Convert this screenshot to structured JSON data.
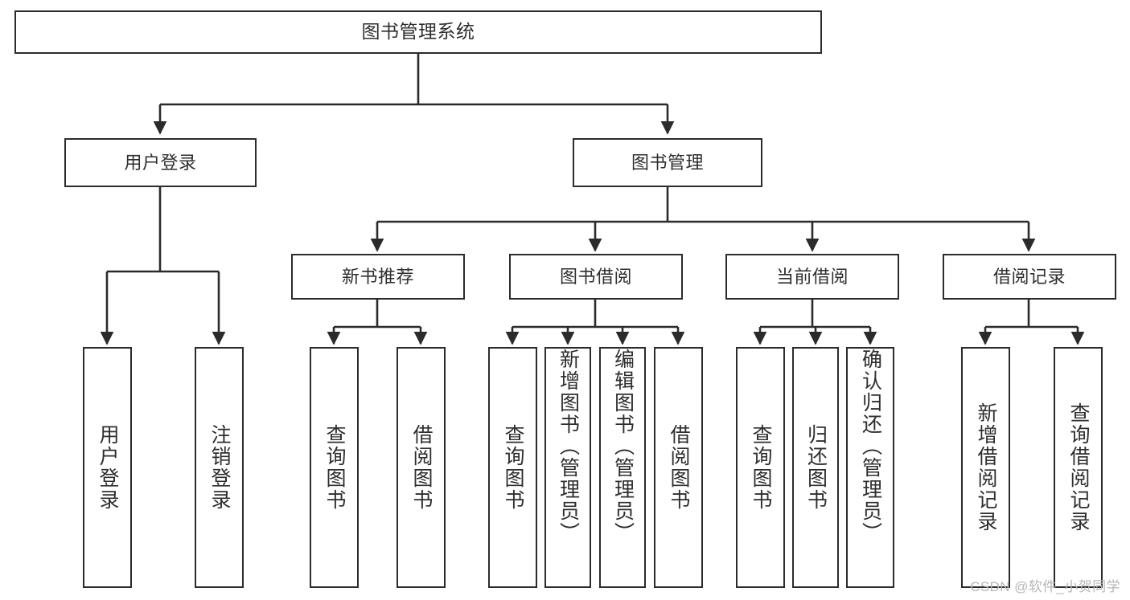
{
  "diagram": {
    "title": "图书管理系统",
    "type": "hierarchy-tree",
    "root": {
      "id": "root",
      "label": "图书管理系统"
    },
    "level2": [
      {
        "id": "user-login",
        "label": "用户登录"
      },
      {
        "id": "book-management",
        "label": "图书管理"
      }
    ],
    "level3": [
      {
        "id": "new-book-recommend",
        "label": "新书推荐",
        "parent": "book-management"
      },
      {
        "id": "book-borrow",
        "label": "图书借阅",
        "parent": "book-management"
      },
      {
        "id": "current-borrow",
        "label": "当前借阅",
        "parent": "book-management"
      },
      {
        "id": "borrow-record",
        "label": "借阅记录",
        "parent": "book-management"
      }
    ],
    "leaves": [
      {
        "id": "leaf-user-login",
        "label": "用户登录",
        "parent": "user-login"
      },
      {
        "id": "leaf-logout-login",
        "label": "注销登录",
        "parent": "user-login"
      },
      {
        "id": "leaf-query-book-1",
        "label": "查询图书",
        "parent": "new-book-recommend"
      },
      {
        "id": "leaf-borrow-book-1",
        "label": "借阅图书",
        "parent": "new-book-recommend"
      },
      {
        "id": "leaf-query-book-2",
        "label": "查询图书",
        "parent": "book-borrow"
      },
      {
        "id": "leaf-add-book",
        "label": "新增图书（管理员）",
        "parent": "book-borrow"
      },
      {
        "id": "leaf-edit-book",
        "label": "编辑图书（管理员）",
        "parent": "book-borrow"
      },
      {
        "id": "leaf-borrow-book-2",
        "label": "借阅图书",
        "parent": "book-borrow"
      },
      {
        "id": "leaf-query-book-3",
        "label": "查询图书",
        "parent": "current-borrow"
      },
      {
        "id": "leaf-return-book",
        "label": "归还图书",
        "parent": "current-borrow"
      },
      {
        "id": "leaf-confirm-return",
        "label": "确认归还（管理员）",
        "parent": "current-borrow"
      },
      {
        "id": "leaf-add-record",
        "label": "新增借阅记录",
        "parent": "borrow-record"
      },
      {
        "id": "leaf-query-record",
        "label": "查询借阅记录",
        "parent": "borrow-record"
      }
    ],
    "colors": {
      "stroke": "#2b2b2b",
      "background": "#ffffff",
      "text": "#2e2e2e",
      "watermark": "#b7b7b7"
    }
  },
  "watermark": {
    "text": "CSDN @软件_小贺同学"
  }
}
